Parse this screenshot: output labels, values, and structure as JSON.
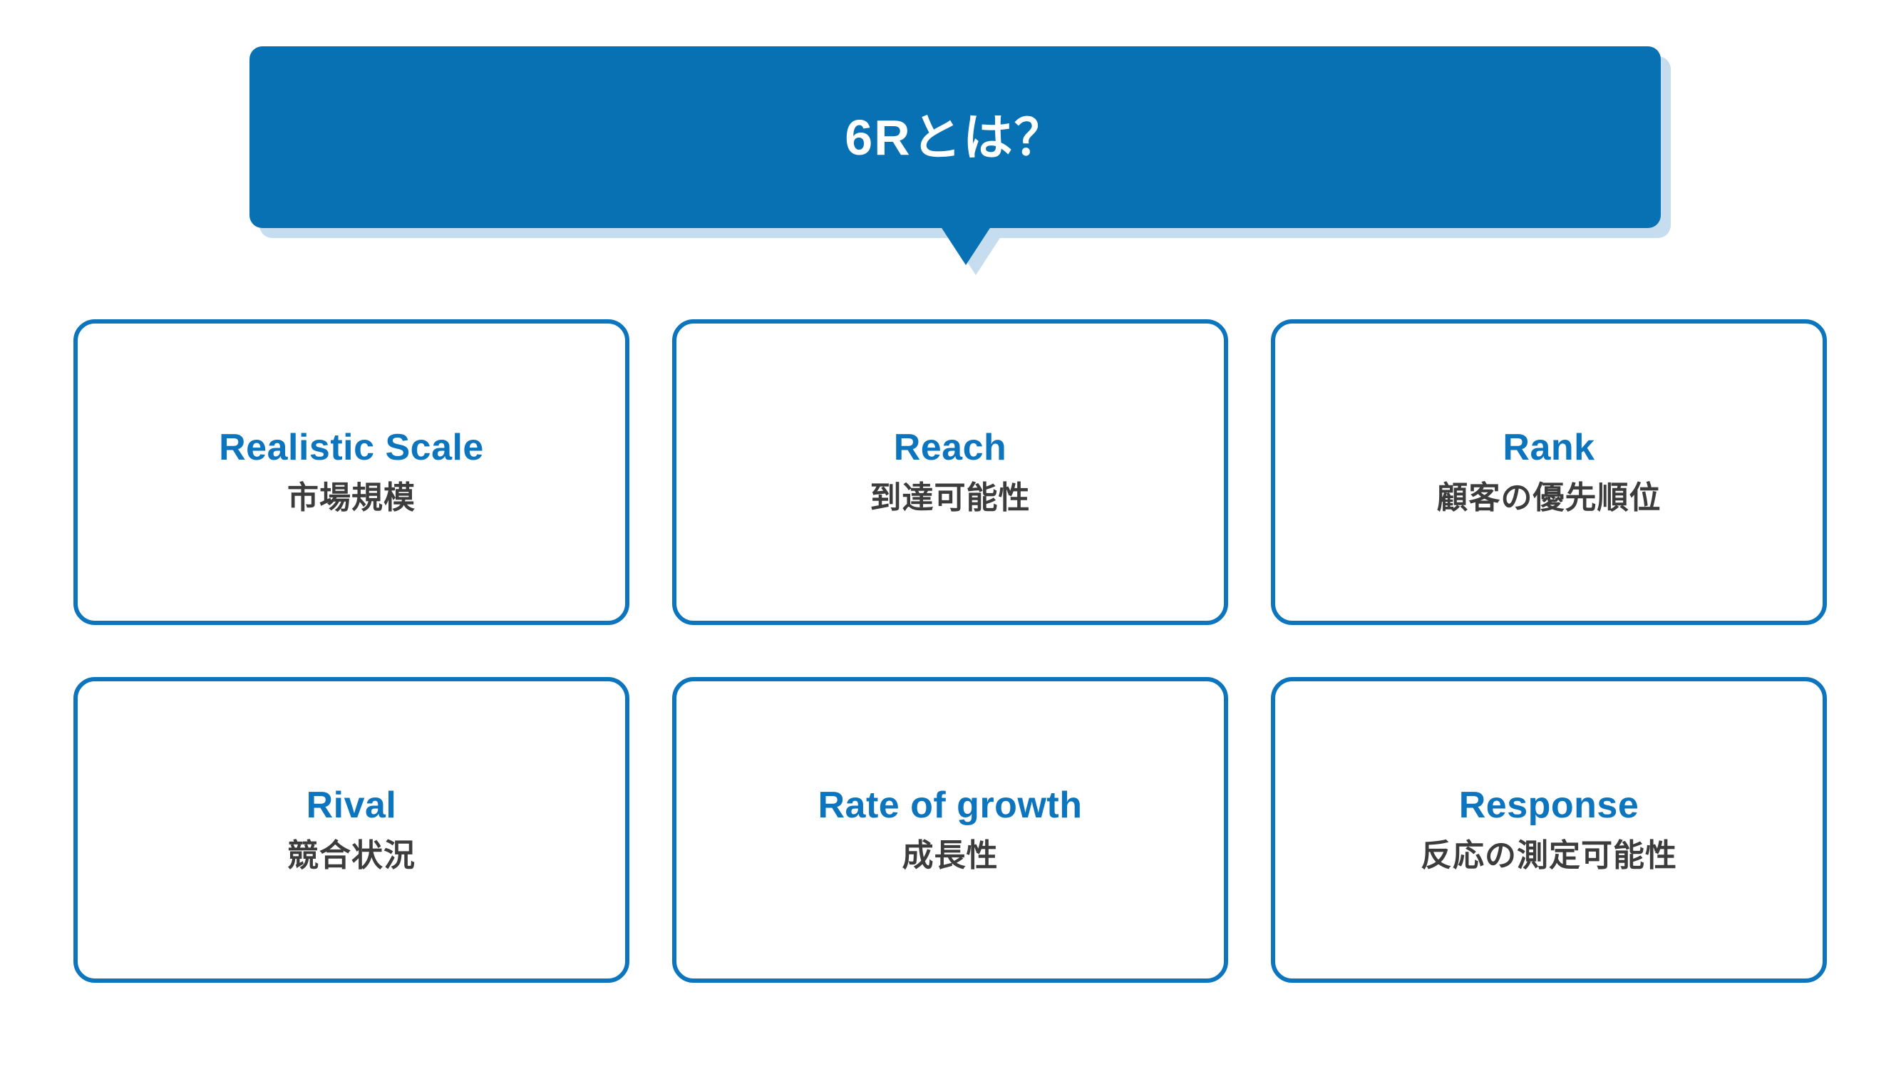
{
  "banner": {
    "title": "6Rとは？",
    "background_color": "#0771B3",
    "shadow_color": "#C6DCEF",
    "title_color": "#FFFFFF"
  },
  "theme": {
    "accent_blue": "#0D75BE",
    "text_dark": "#3C3C3C",
    "page_background": "#FFFFFF"
  },
  "cards": [
    {
      "en": "Realistic Scale",
      "ja": "市場規模"
    },
    {
      "en": "Reach",
      "ja": "到達可能性"
    },
    {
      "en": "Rank",
      "ja": "顧客の優先順位"
    },
    {
      "en": "Rival",
      "ja": "競合状況"
    },
    {
      "en": "Rate of growth",
      "ja": "成長性"
    },
    {
      "en": "Response",
      "ja": "反応の測定可能性"
    }
  ]
}
